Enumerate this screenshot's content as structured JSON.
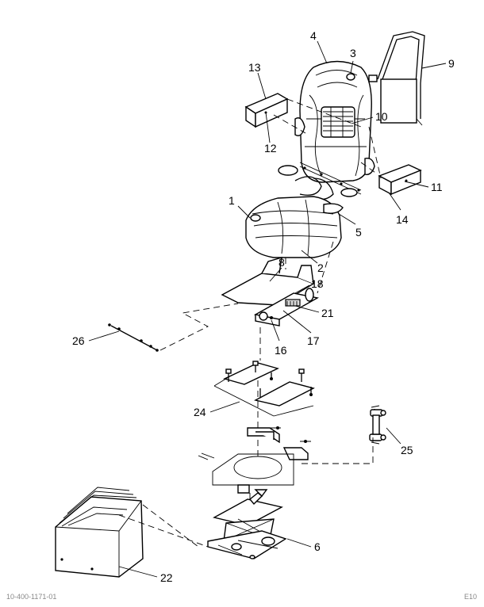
{
  "callouts": [
    "1",
    "2",
    "3",
    "4",
    "5",
    "6",
    "8",
    "9",
    "10",
    "11",
    "12",
    "13",
    "14",
    "16",
    "17",
    "18",
    "21",
    "22",
    "24",
    "25",
    "26"
  ],
  "footer_left": "10-400-1171-01",
  "footer_right": "E10"
}
